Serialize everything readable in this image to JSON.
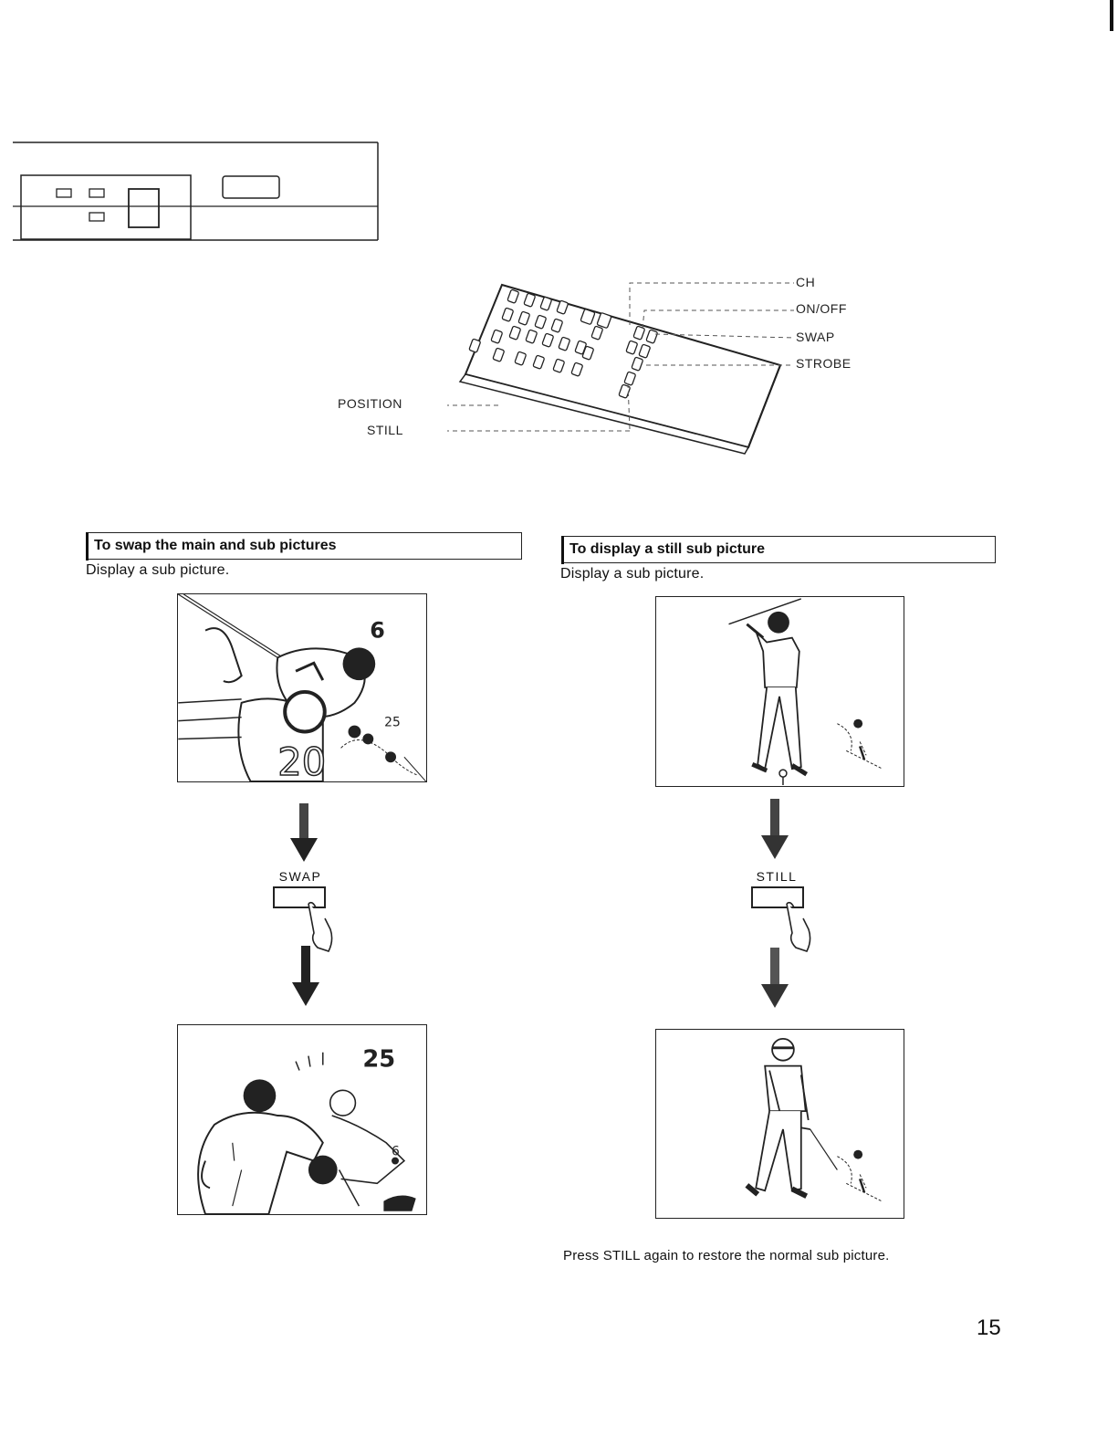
{
  "remote_labels": {
    "ch": "CH",
    "on_off": "ON/OFF",
    "swap": "SWAP",
    "strobe": "STROBE",
    "position": "POSITION",
    "still": "STILL"
  },
  "left_section": {
    "heading": "To swap the main and sub pictures",
    "intro": "Display a sub picture.",
    "button_label": "SWAP",
    "top_frame_number": "6",
    "top_frame_sub_number": "25",
    "bottom_frame_number": "25",
    "bottom_frame_sub_number": "6"
  },
  "right_section": {
    "heading": "To display a still sub picture",
    "intro": "Display a sub picture.",
    "button_label": "STILL",
    "footer": "Press STILL again to restore the normal sub picture."
  },
  "page_number": "15"
}
